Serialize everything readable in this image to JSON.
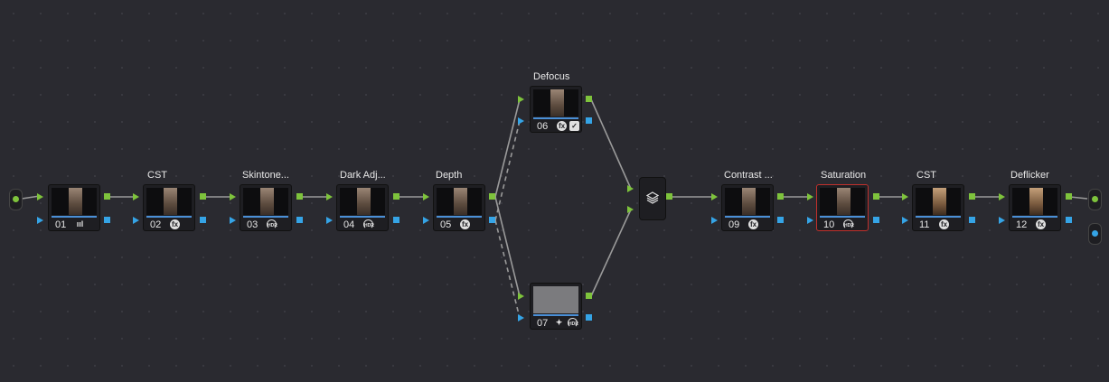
{
  "nodes": [
    {
      "id": "n01",
      "number": "01",
      "title": "",
      "icon": "bars-icon",
      "glyph": "ııl"
    },
    {
      "id": "n02",
      "number": "02",
      "title": "CST",
      "icon": "fx-icon",
      "glyph": "fx"
    },
    {
      "id": "n03",
      "number": "03",
      "title": "Skintone...",
      "icon": "hdr-icon",
      "glyph": "HDR"
    },
    {
      "id": "n04",
      "number": "04",
      "title": "Dark Adj...",
      "icon": "hdr-icon",
      "glyph": "HDR"
    },
    {
      "id": "n05",
      "number": "05",
      "title": "Depth",
      "icon": "fx-icon",
      "glyph": "fx"
    },
    {
      "id": "n06",
      "number": "06",
      "title": "Defocus",
      "icon": "fx-icon",
      "glyph": "fx"
    },
    {
      "id": "n07",
      "number": "07",
      "title": "",
      "icon": "hdr-icon",
      "glyph": "HDR"
    },
    {
      "id": "n09",
      "number": "09",
      "title": "Contrast ...",
      "icon": "fx-icon",
      "glyph": "fx"
    },
    {
      "id": "n10",
      "number": "10",
      "title": "Saturation",
      "icon": "hdr-icon",
      "glyph": "HDR"
    },
    {
      "id": "n11",
      "number": "11",
      "title": "CST",
      "icon": "fx-icon",
      "glyph": "fx"
    },
    {
      "id": "n12",
      "number": "12",
      "title": "Deflicker",
      "icon": "fx-icon",
      "glyph": "fx"
    }
  ],
  "colors": {
    "rgb_pin": "#7ec33c",
    "alpha_pin": "#35a4e6",
    "selected_border": "#c0302c",
    "background": "#2a2a30"
  }
}
